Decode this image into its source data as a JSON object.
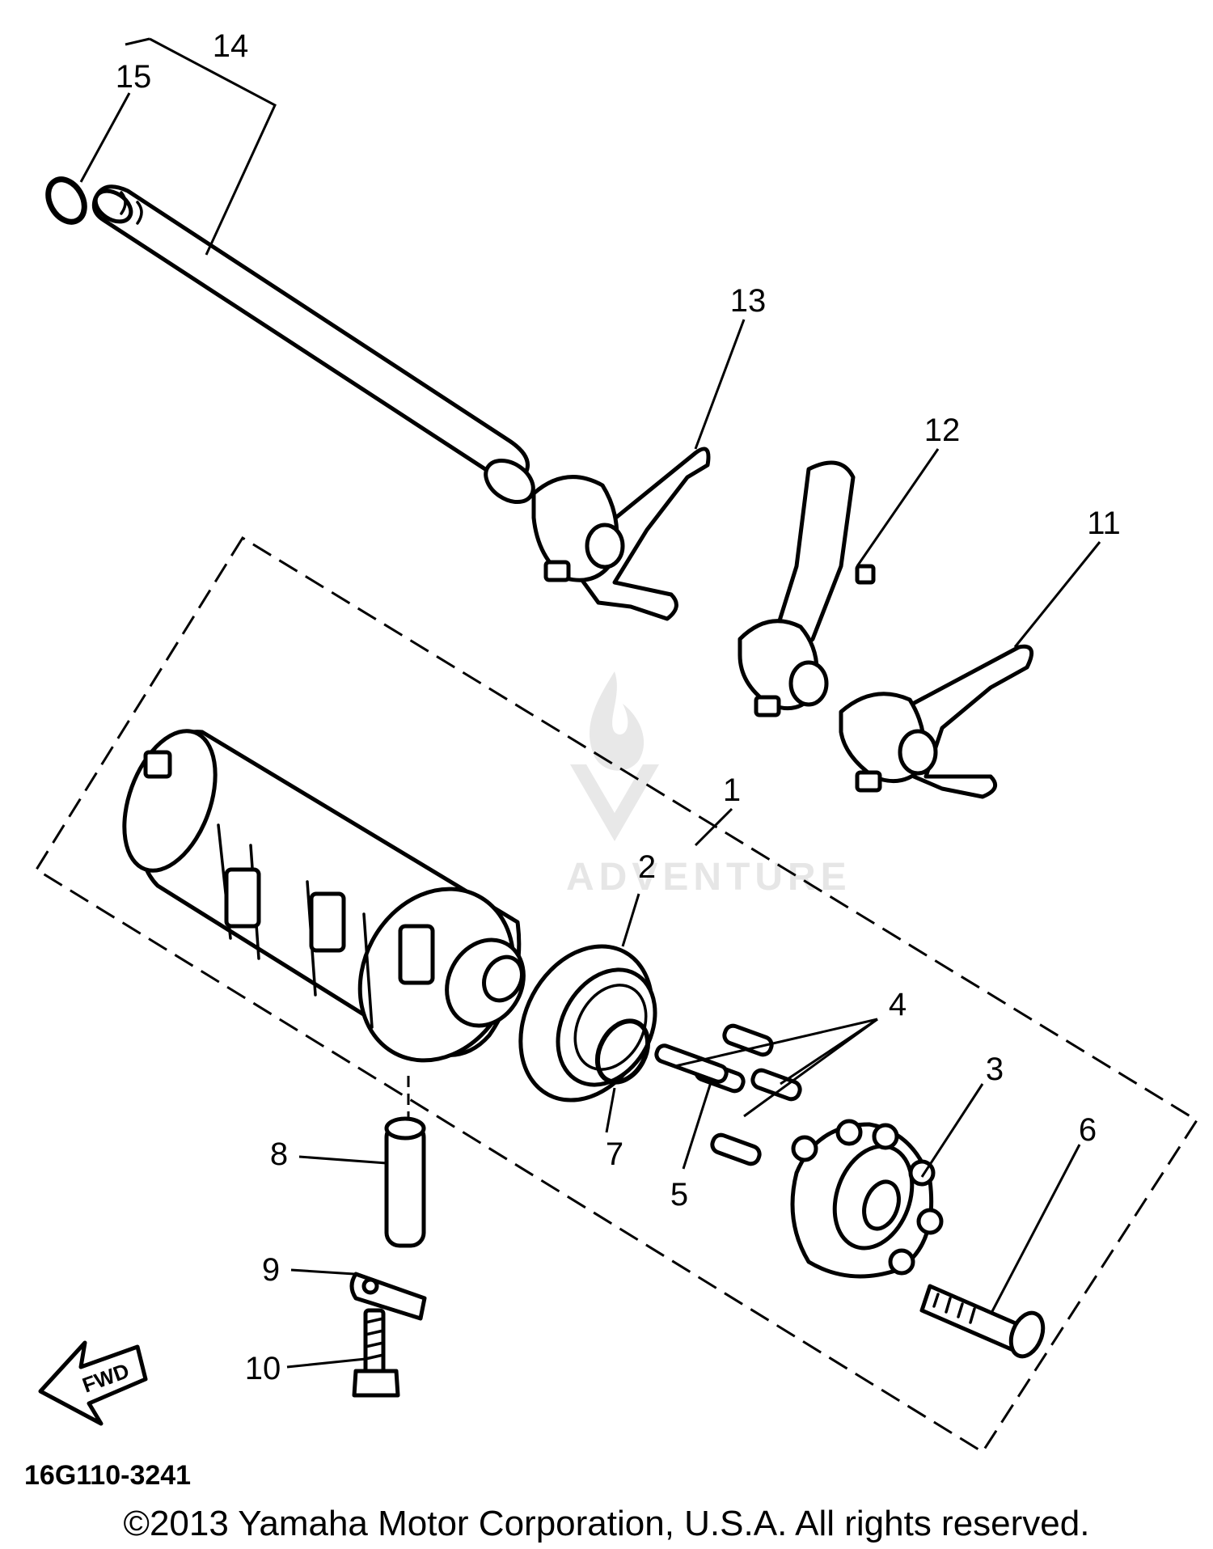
{
  "diagram": {
    "callouts": [
      "1",
      "2",
      "3",
      "4",
      "5",
      "6",
      "7",
      "8",
      "9",
      "10",
      "11",
      "12",
      "13",
      "14",
      "15"
    ],
    "diagram_code": "16G110-3241",
    "fwd_label": "FWD",
    "copyright": "©2013 Yamaha Motor Corporation, U.S.A. All rights reserved.",
    "watermark": "ADVENTURE"
  }
}
